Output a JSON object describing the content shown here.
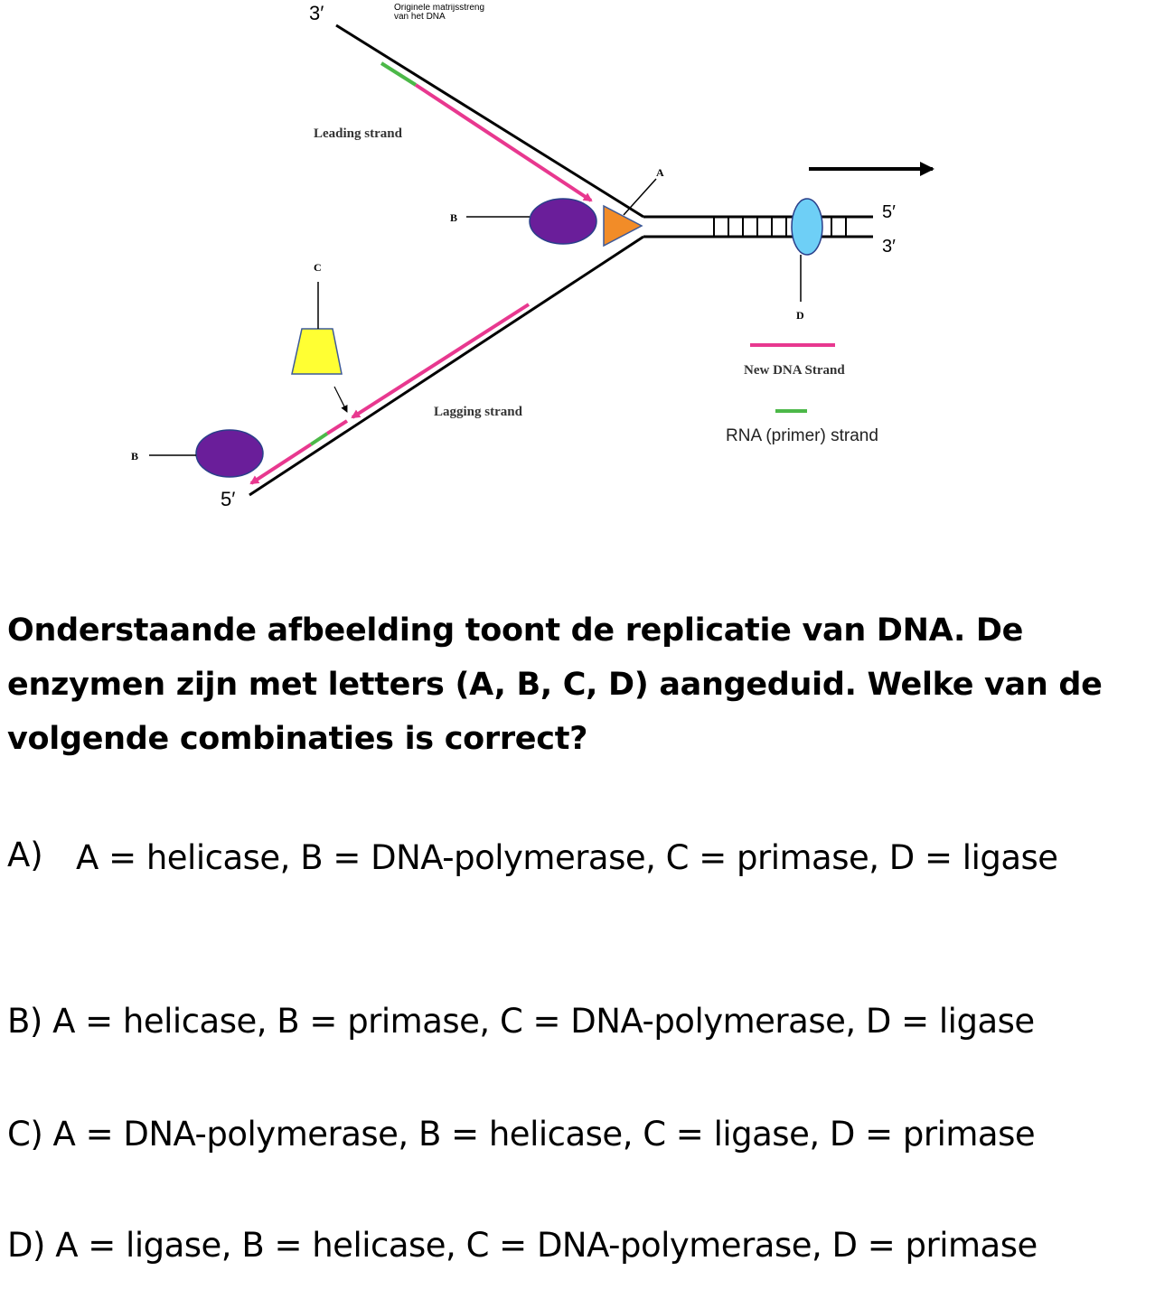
{
  "diagram": {
    "template_label": "Originele matrijsstreng van het DNA",
    "top_end_label": "3′",
    "bottom_end_label": "5′",
    "right_top_label": "5′",
    "right_bottom_label": "3′",
    "leading_strand_label": "Leading strand",
    "lagging_strand_label": "Lagging strand",
    "enzyme_labels": {
      "a": "A",
      "b_top": "B",
      "b_bottom": "B",
      "c": "C",
      "d": "D"
    },
    "legend": {
      "new_dna": "New DNA Strand",
      "rna_primer": "RNA (primer) strand"
    },
    "colors": {
      "new_dna": "#e8388f",
      "rna_primer": "#4cb848",
      "enzyme_b": "#6a1e9a",
      "enzyme_a": "#f28c28",
      "enzyme_c": "#ffff33",
      "enzyme_d": "#6ecff6"
    }
  },
  "question": "Onderstaande afbeelding toont de replicatie van DNA. De enzymen zijn met letters (A, B, C, D) aangeduid. Welke van de volgende combinaties is correct?",
  "options": [
    {
      "letter": "A)",
      "text": "A = helicase, B = DNA-polymerase, C = primase, D = ligase"
    },
    {
      "letter": "B)",
      "text": "A = helicase, B = primase, C = DNA-polymerase, D = ligase"
    },
    {
      "letter": "C)",
      "text": "A = DNA-polymerase, B = helicase, C = ligase, D = primase"
    },
    {
      "letter": "D)",
      "text": "A = ligase, B = helicase, C = DNA-polymerase, D = primase"
    }
  ]
}
